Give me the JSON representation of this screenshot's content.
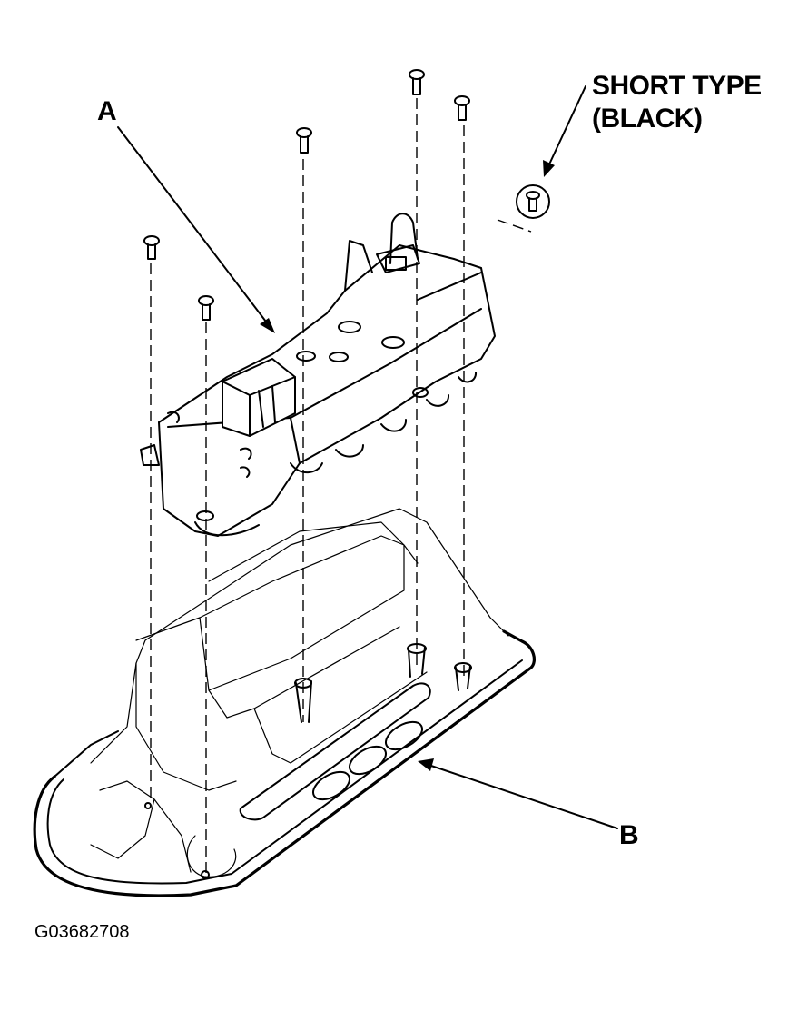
{
  "labels": {
    "part_a": "A",
    "part_b": "B",
    "short_type_line1": "SHORT TYPE",
    "short_type_line2": "(BLACK)",
    "figure_id": "G03682708"
  },
  "icons": [
    "screw-icon",
    "black-screw-icon",
    "switch-panel",
    "console-cover"
  ]
}
